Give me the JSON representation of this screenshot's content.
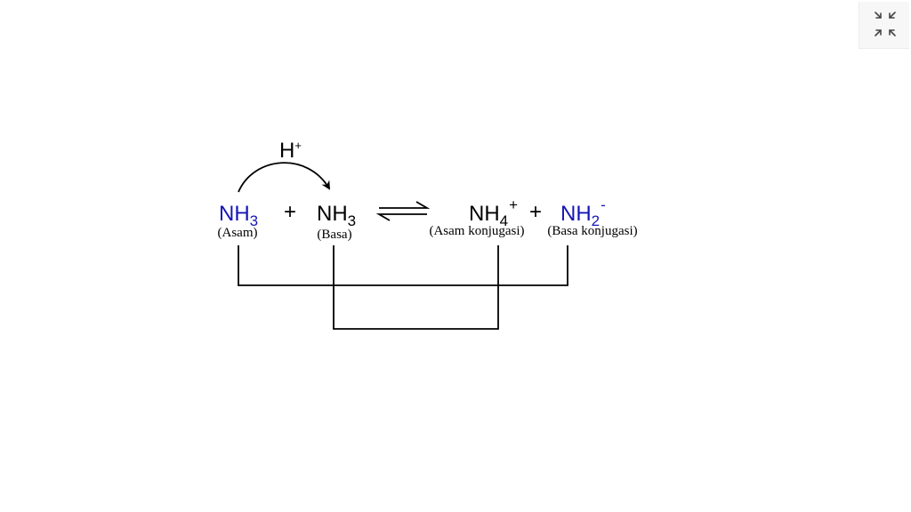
{
  "colors": {
    "accent": "#1515b8",
    "ink": "#000000"
  },
  "reaction": {
    "transfer_label": {
      "main": "H",
      "sup": "+"
    },
    "reactant1": {
      "main": "NH",
      "sub": "3",
      "label": "(Asam)"
    },
    "plus1": "+",
    "reactant2": {
      "main": "NH",
      "sub": "3",
      "label": "(Basa)"
    },
    "product1": {
      "main": "NH",
      "sub": "4",
      "sup": "+",
      "label": "(Asam konjugasi)"
    },
    "plus2": "+",
    "product2": {
      "main": "NH",
      "sub": "2",
      "sup": "-",
      "label": "(Basa konjugasi)"
    }
  },
  "controls": {
    "fullscreen_icon": "exit-fullscreen-icon"
  }
}
